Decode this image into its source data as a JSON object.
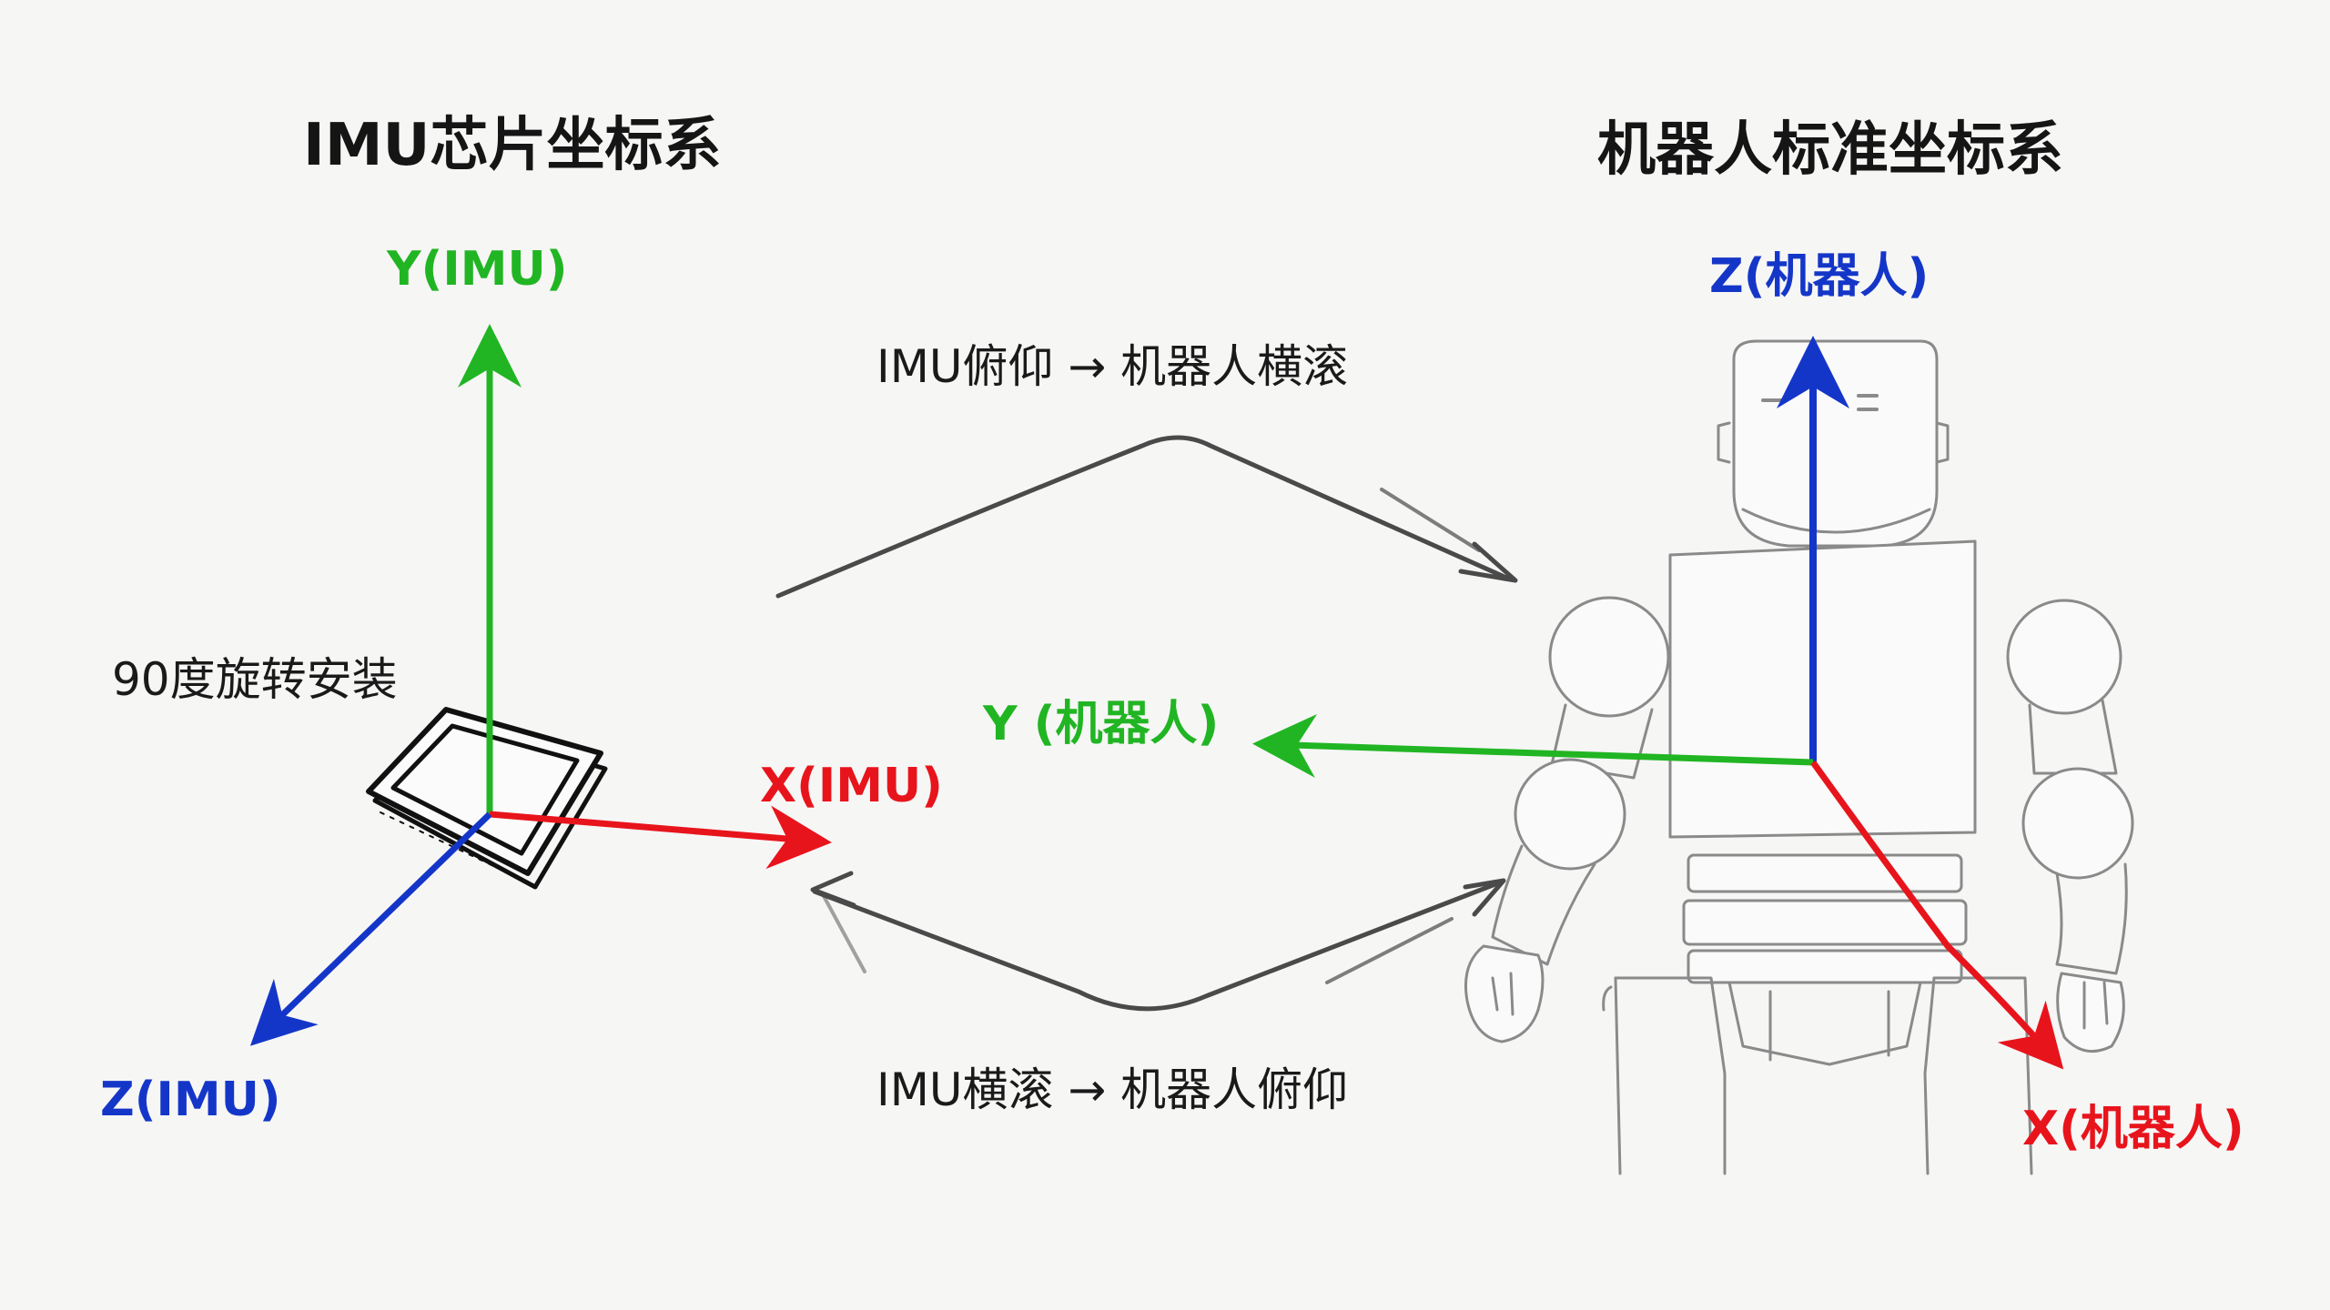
{
  "titles": {
    "imu": "IMU芯片坐标系",
    "robot": "机器人标准坐标系"
  },
  "imu_axes": {
    "y": "Y(IMU)",
    "x": "X(IMU)",
    "z": "Z(IMU)"
  },
  "robot_axes": {
    "z": "Z(机器人)",
    "y": "Y (机器人)",
    "x": "X(机器人)"
  },
  "notes": {
    "mount": "90度旋转安装",
    "pitch_to_roll": "IMU俯仰 → 机器人横滚",
    "roll_to_pitch": "IMU横滚 → 机器人俯仰"
  },
  "colors": {
    "x_axis": "#e8141c",
    "y_axis": "#21b523",
    "z_axis": "#1436c8",
    "sketch": "#4a4a4a"
  },
  "icons": {
    "chip": "imu-chip-icon",
    "robot": "humanoid-robot-sketch"
  }
}
